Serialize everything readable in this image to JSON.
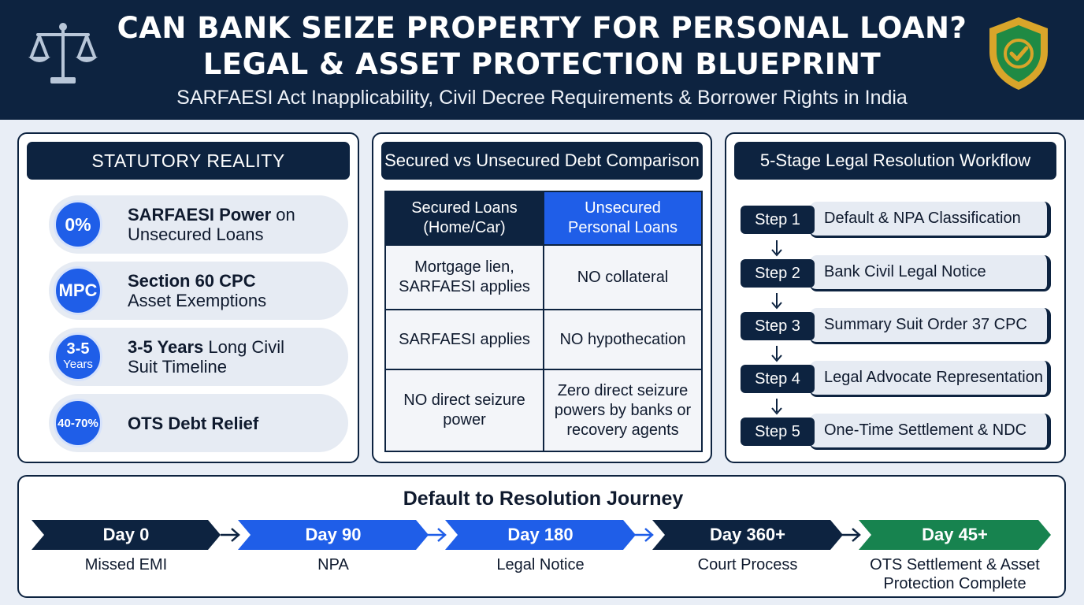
{
  "header": {
    "title_line1": "CAN BANK SEIZE PROPERTY FOR PERSONAL LOAN?",
    "title_line2": "LEGAL & ASSET PROTECTION BLUEPRINT",
    "subtitle": "SARFAESI Act Inapplicability, Civil Decree Requirements & Borrower Rights in India",
    "left_icon": "scales-of-justice-icon",
    "right_icon": "shield-check-icon"
  },
  "statutory": {
    "heading": "STATUTORY REALITY",
    "items": [
      {
        "badge": "0%",
        "bold": "SARFAESI Power",
        "rest": " on",
        "line2": "Unsecured Loans"
      },
      {
        "badge": "MPC",
        "bold": "Section 60 CPC",
        "rest": "",
        "line2": "Asset Exemptions"
      },
      {
        "badge": "3-5",
        "badge_sub": "Years",
        "bold": "3-5 Years",
        "rest": " Long Civil",
        "line2": "Suit Timeline"
      },
      {
        "badge": "40-70%",
        "bold": "OTS Debt Relief",
        "rest": "",
        "line2": ""
      }
    ]
  },
  "comparison": {
    "heading": "Secured vs Unsecured Debt Comparison",
    "col_secured": [
      "Secured Loans",
      "(Home/Car)"
    ],
    "col_unsecured": [
      "Unsecured",
      "Personal Loans"
    ],
    "rows": [
      {
        "secured": [
          "Mortgage lien,",
          "SARFAESI applies"
        ],
        "unsecured": [
          "NO collateral"
        ]
      },
      {
        "secured": [
          "SARFAESI applies"
        ],
        "unsecured": [
          "NO hypothecation"
        ]
      },
      {
        "secured": [
          "NO direct seizure",
          "power"
        ],
        "unsecured": [
          "Zero direct seizure",
          "powers by banks or",
          "recovery agents"
        ]
      }
    ]
  },
  "workflow": {
    "heading": "5-Stage Legal Resolution Workflow",
    "steps": [
      {
        "label": "Step 1",
        "text": "Default & NPA Classification"
      },
      {
        "label": "Step 2",
        "text": "Bank Civil Legal Notice"
      },
      {
        "label": "Step 3",
        "text": "Summary Suit Order 37 CPC"
      },
      {
        "label": "Step 4",
        "text": "Legal Advocate Representation"
      },
      {
        "label": "Step 5",
        "text": "One-Time Settlement & NDC"
      }
    ]
  },
  "journey": {
    "title": "Default to Resolution Journey",
    "stages": [
      {
        "day": "Day 0",
        "label": "Missed EMI",
        "color": "#0d2340"
      },
      {
        "day": "Day 90",
        "label": "NPA",
        "color": "#1f5ee8"
      },
      {
        "day": "Day 180",
        "label": "Legal Notice",
        "color": "#1f5ee8"
      },
      {
        "day": "Day 360+",
        "label": "Court Process",
        "color": "#0d2340"
      },
      {
        "day": "Day 45+",
        "label": "OTS Settlement & Asset",
        "label2": "Protection Complete",
        "color": "#17834f"
      }
    ]
  },
  "colors": {
    "navy": "#0d2340",
    "blue": "#1f5ee8",
    "green": "#17834f",
    "shield_gold": "#d9a52a"
  }
}
